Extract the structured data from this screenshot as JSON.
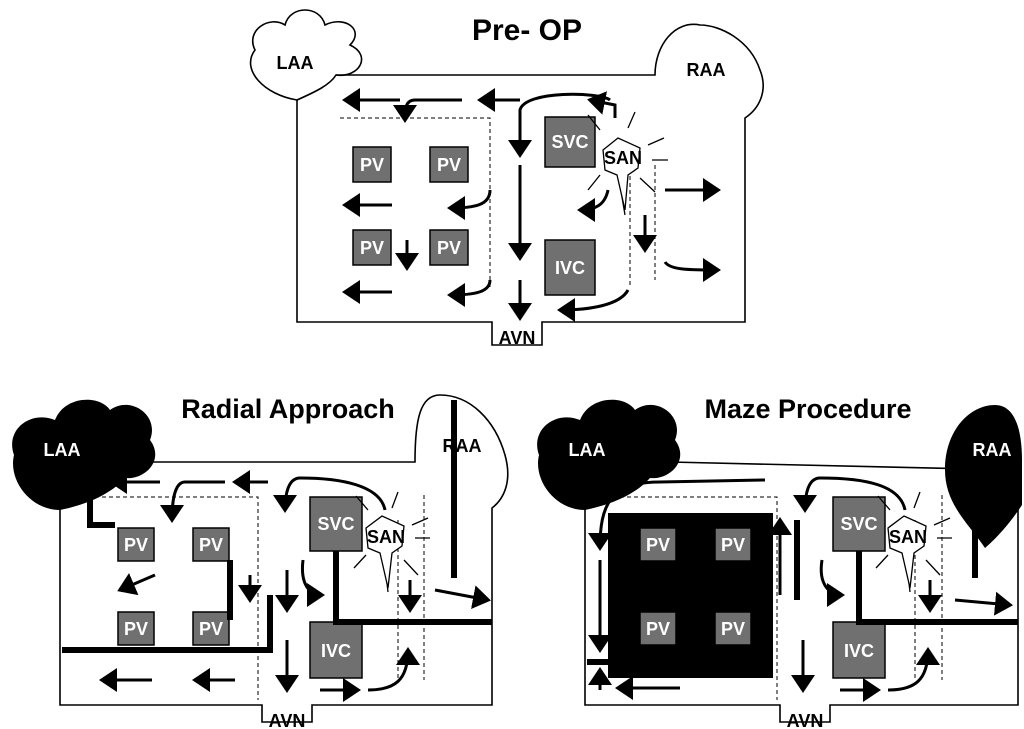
{
  "panels": {
    "preop": {
      "title": "Pre- OP",
      "labels": {
        "laa": "LAA",
        "raa": "RAA",
        "svc": "SVC",
        "san": "SAN",
        "ivc": "IVC",
        "avn": "AVN",
        "pv1": "PV",
        "pv2": "PV",
        "pv3": "PV",
        "pv4": "PV"
      }
    },
    "radial": {
      "title": "Radial Approach",
      "labels": {
        "laa": "LAA",
        "raa": "RAA",
        "svc": "SVC",
        "san": "SAN",
        "ivc": "IVC",
        "avn": "AVN",
        "pv1": "PV",
        "pv2": "PV",
        "pv3": "PV",
        "pv4": "PV"
      }
    },
    "maze": {
      "title": "Maze Procedure",
      "labels": {
        "laa": "LAA",
        "raa": "RAA",
        "svc": "SVC",
        "san": "SAN",
        "ivc": "IVC",
        "avn": "AVN",
        "pv1": "PV",
        "pv2": "PV",
        "pv3": "PV",
        "pv4": "PV"
      }
    }
  },
  "colors": {
    "stroke": "#000000",
    "vessel_fill": "#707070",
    "vessel_text": "#ffffff",
    "excised_fill": "#000000",
    "background": "#ffffff"
  }
}
